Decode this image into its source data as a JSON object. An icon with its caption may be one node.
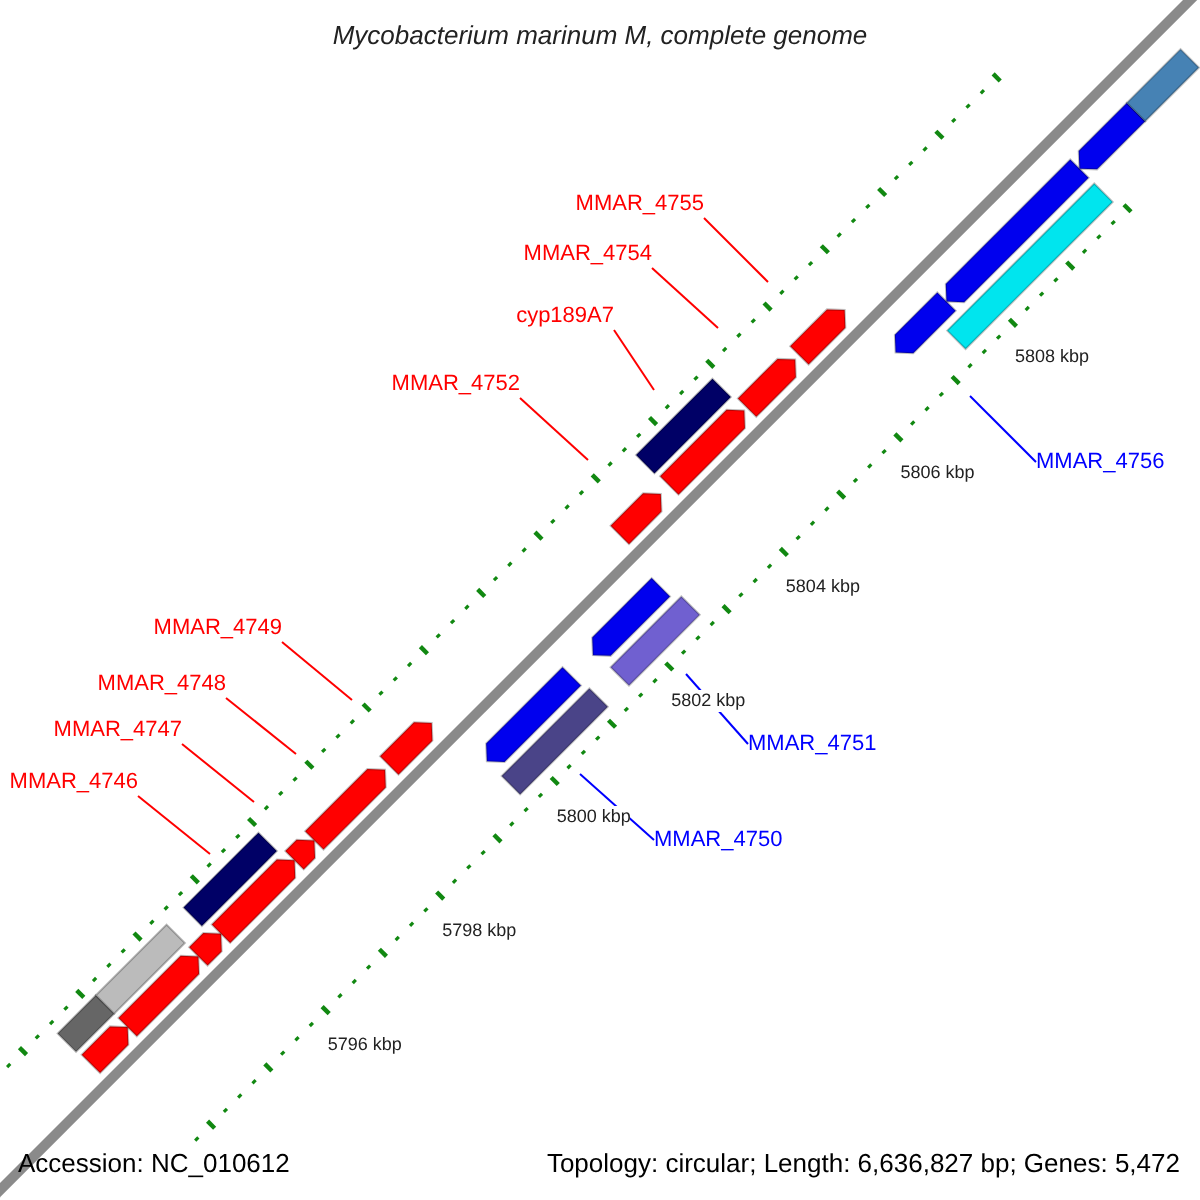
{
  "diagram": {
    "title": "Mycobacterium marinum M, complete genome",
    "nodes": [
      {
        "text": [
          "MMAR_4755"
        ]
      },
      {
        "text": [
          "MMAR_4754"
        ]
      },
      {
        "text": [
          "cyp189A7"
        ]
      },
      {
        "text": [
          "MMAR_4752"
        ]
      },
      {
        "text": [
          "MMAR_4756"
        ]
      },
      {
        "text": [
          "MMAR_4749"
        ]
      },
      {
        "text": [
          "MMAR_4748"
        ]
      },
      {
        "text": [
          "MMAR_4747"
        ]
      },
      {
        "text": [
          "MMAR_4751"
        ]
      },
      {
        "text": [
          "MMAR_4746"
        ]
      },
      {
        "text": [
          "MMAR_4750"
        ]
      }
    ],
    "edges": [
      {
        "from": 0,
        "to": null,
        "arrow": "none"
      },
      {
        "from": 1,
        "to": null,
        "arrow": "none"
      },
      {
        "from": 2,
        "to": null,
        "arrow": "none"
      },
      {
        "from": 3,
        "to": null,
        "arrow": "none"
      },
      {
        "from": 4,
        "to": null,
        "arrow": "none",
        "color": "#0000ff"
      },
      {
        "from": 5,
        "to": null,
        "arrow": "none"
      },
      {
        "from": 6,
        "to": null,
        "arrow": "none"
      },
      {
        "from": 7,
        "to": null,
        "arrow": "none"
      },
      {
        "from": 8,
        "to": null,
        "arrow": "none",
        "color": "#0000ff"
      },
      {
        "from": 9,
        "to": null,
        "arrow": "none"
      },
      {
        "from": 10,
        "to": null,
        "arrow": "none",
        "color": "#0000ff"
      }
    ],
    "labels": [
      "5796 kbp",
      "5798 kbp",
      "5800 kbp",
      "5802 kbp",
      "5804 kbp",
      "5806 kbp",
      "5808 kbp",
      "Accession: NC_010612",
      "Topology: circular; Length: 6,636,827 bp; Genes: 5,472"
    ]
  }
}
